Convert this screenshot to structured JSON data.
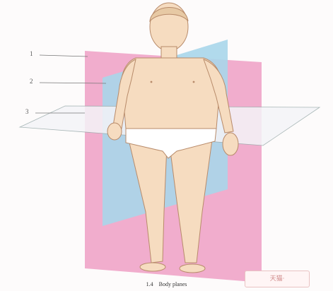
{
  "figure": {
    "labels": [
      "1",
      "2",
      "3"
    ],
    "caption": {
      "number": "1.4",
      "text": "Body planes"
    },
    "stamp_text": "天猫·",
    "colors": {
      "sagittal_plane": "#a9d6ea",
      "frontal_plane": "#ef9fc4",
      "transverse_plane": "#f4f4f8",
      "skin": "#f6dcc0",
      "skin_outline": "#b88b6a",
      "underwear": "#ffffff",
      "hair": "#e7c9a4"
    }
  }
}
